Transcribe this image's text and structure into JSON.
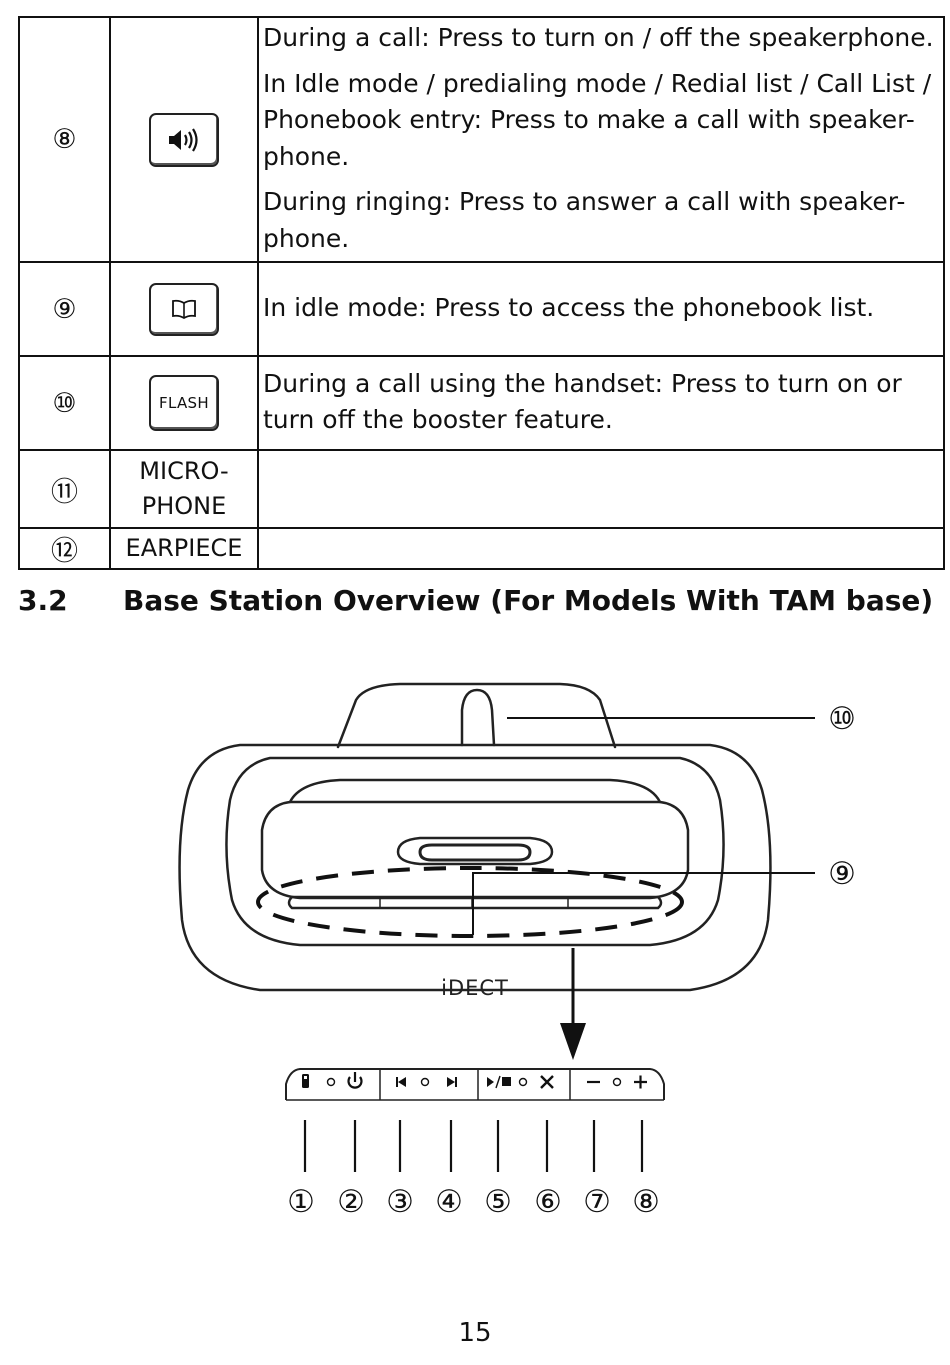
{
  "table": {
    "rows": [
      {
        "num": "⑧",
        "icon": "speakerphone-icon",
        "desc": [
          "During a call: Press to turn on / off the speakerphone.",
          "In Idle mode / predialing mode / Redial list / Call List / Phonebook entry: Press to make a call with speaker-phone.",
          "During ringing: Press to answer a call with speaker-phone."
        ]
      },
      {
        "num": "⑨",
        "icon": "phonebook-icon",
        "desc": [
          "In idle mode: Press to access the phonebook list."
        ]
      },
      {
        "num": "⑩",
        "key_label": "FLASH",
        "desc": [
          "During a call using the handset: Press to turn on or turn off the booster feature."
        ]
      },
      {
        "num": "⑪",
        "label_lines": [
          "MICRO-",
          "PHONE"
        ],
        "desc": []
      },
      {
        "num": "⑫",
        "label": "EARPIECE",
        "desc": []
      }
    ]
  },
  "section": {
    "number": "3.2",
    "title": "Base Station Overview (For Models With TAM base)"
  },
  "diagram": {
    "brand": "iDECT",
    "callouts": {
      "top": [
        "⑩",
        "⑨"
      ],
      "bottom": [
        "①",
        "②",
        "③",
        "④",
        "⑤",
        "⑥",
        "⑦",
        "⑧"
      ]
    },
    "button_icons": [
      "handset-icon",
      "power-icon",
      "skip-back-icon",
      "skip-forward-icon",
      "play-stop-icon",
      "delete-icon",
      "volume-down-icon",
      "volume-up-icon"
    ]
  },
  "page_number": "15"
}
